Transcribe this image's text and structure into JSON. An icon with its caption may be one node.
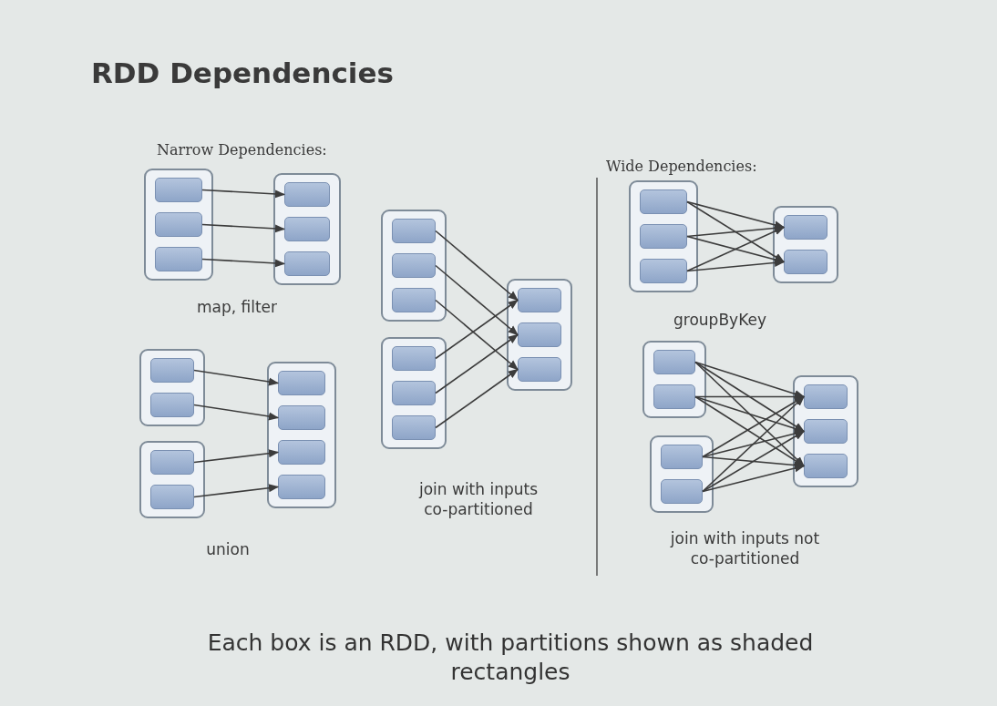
{
  "diagram": {
    "title": "RDD Dependencies",
    "caption": "Each box is an RDD, with partitions shown as shaded rectangles",
    "nodes": [
      {
        "text": [],
        "shape": "box"
      },
      {
        "text": [],
        "shape": "box",
        "in": 0
      },
      {
        "text": [],
        "shape": "box",
        "in": 0
      },
      {
        "text": [],
        "shape": "box",
        "in": 0
      },
      {
        "text": [],
        "shape": "box"
      },
      {
        "text": [],
        "shape": "box",
        "in": 4
      },
      {
        "text": [],
        "shape": "box",
        "in": 4
      },
      {
        "text": [],
        "shape": "box",
        "in": 4
      },
      {
        "text": [],
        "shape": "box"
      },
      {
        "text": [],
        "shape": "box",
        "in": 8
      },
      {
        "text": [],
        "shape": "box",
        "in": 8
      },
      {
        "text": [],
        "shape": "box"
      },
      {
        "text": [],
        "shape": "box",
        "in": 11
      },
      {
        "text": [],
        "shape": "box",
        "in": 11
      },
      {
        "text": [],
        "shape": "box"
      },
      {
        "text": [],
        "shape": "box",
        "in": 14
      },
      {
        "text": [],
        "shape": "box",
        "in": 14
      },
      {
        "text": [],
        "shape": "box",
        "in": 14
      },
      {
        "text": [],
        "shape": "box",
        "in": 14
      },
      {
        "text": [],
        "shape": "box"
      },
      {
        "text": [],
        "shape": "box",
        "in": 19
      },
      {
        "text": [],
        "shape": "box",
        "in": 19
      },
      {
        "text": [],
        "shape": "box",
        "in": 19
      },
      {
        "text": [],
        "shape": "box"
      },
      {
        "text": [],
        "shape": "box",
        "in": 23
      },
      {
        "text": [],
        "shape": "box",
        "in": 23
      },
      {
        "text": [],
        "shape": "box",
        "in": 23
      },
      {
        "text": [],
        "shape": "box"
      },
      {
        "text": [],
        "shape": "box",
        "in": 27
      },
      {
        "text": [],
        "shape": "box",
        "in": 27
      },
      {
        "text": [],
        "shape": "box",
        "in": 27
      },
      {
        "text": [],
        "shape": "box"
      },
      {
        "text": [],
        "shape": "box",
        "in": 31
      },
      {
        "text": [],
        "shape": "box",
        "in": 31
      },
      {
        "text": [],
        "shape": "box",
        "in": 31
      },
      {
        "text": [],
        "shape": "box"
      },
      {
        "text": [],
        "shape": "box",
        "in": 35
      },
      {
        "text": [],
        "shape": "box",
        "in": 35
      },
      {
        "text": [],
        "shape": "box"
      },
      {
        "text": [],
        "shape": "box",
        "in": 38
      },
      {
        "text": [],
        "shape": "box",
        "in": 38
      },
      {
        "text": [],
        "shape": "box"
      },
      {
        "text": [],
        "shape": "box",
        "in": 41
      },
      {
        "text": [],
        "shape": "box",
        "in": 41
      },
      {
        "text": [],
        "shape": "box"
      },
      {
        "text": [],
        "shape": "box",
        "in": 44
      },
      {
        "text": [],
        "shape": "box",
        "in": 44
      },
      {
        "text": [],
        "shape": "box",
        "in": 44
      }
    ],
    "edges": [
      {
        "from": 1,
        "to": 5,
        "arrow": "to"
      },
      {
        "from": 2,
        "to": 6,
        "arrow": "to"
      },
      {
        "from": 3,
        "to": 7,
        "arrow": "to"
      },
      {
        "from": 9,
        "to": 15,
        "arrow": "to"
      },
      {
        "from": 10,
        "to": 16,
        "arrow": "to"
      },
      {
        "from": 12,
        "to": 17,
        "arrow": "to"
      },
      {
        "from": 13,
        "to": 18,
        "arrow": "to"
      },
      {
        "from": 20,
        "to": 28,
        "arrow": "to"
      },
      {
        "from": 21,
        "to": 29,
        "arrow": "to"
      },
      {
        "from": 22,
        "to": 30,
        "arrow": "to"
      },
      {
        "from": 24,
        "to": 28,
        "arrow": "to"
      },
      {
        "from": 25,
        "to": 29,
        "arrow": "to"
      },
      {
        "from": 26,
        "to": 30,
        "arrow": "to"
      },
      {
        "from": 32,
        "to": 36,
        "arrow": "to"
      },
      {
        "from": 32,
        "to": 37,
        "arrow": "to"
      },
      {
        "from": 33,
        "to": 36,
        "arrow": "to"
      },
      {
        "from": 33,
        "to": 37,
        "arrow": "to"
      },
      {
        "from": 34,
        "to": 36,
        "arrow": "to"
      },
      {
        "from": 34,
        "to": 37,
        "arrow": "to"
      },
      {
        "from": 39,
        "to": 45,
        "arrow": "to"
      },
      {
        "from": 39,
        "to": 46,
        "arrow": "to"
      },
      {
        "from": 39,
        "to": 47,
        "arrow": "to"
      },
      {
        "from": 40,
        "to": 45,
        "arrow": "to"
      },
      {
        "from": 40,
        "to": 46,
        "arrow": "to"
      },
      {
        "from": 40,
        "to": 47,
        "arrow": "to"
      },
      {
        "from": 42,
        "to": 45,
        "arrow": "to"
      },
      {
        "from": 42,
        "to": 46,
        "arrow": "to"
      },
      {
        "from": 42,
        "to": 47,
        "arrow": "to"
      },
      {
        "from": 43,
        "to": 45,
        "arrow": "to"
      },
      {
        "from": 43,
        "to": 46,
        "arrow": "to"
      },
      {
        "from": 43,
        "to": 47,
        "arrow": "to"
      }
    ],
    "labels": [
      "Narrow Dependencies:",
      "Wide Dependencies:",
      "map, filter",
      "groupByKey",
      "union",
      "join with inputs co-partitioned",
      "join with inputs not co-partitioned"
    ]
  }
}
